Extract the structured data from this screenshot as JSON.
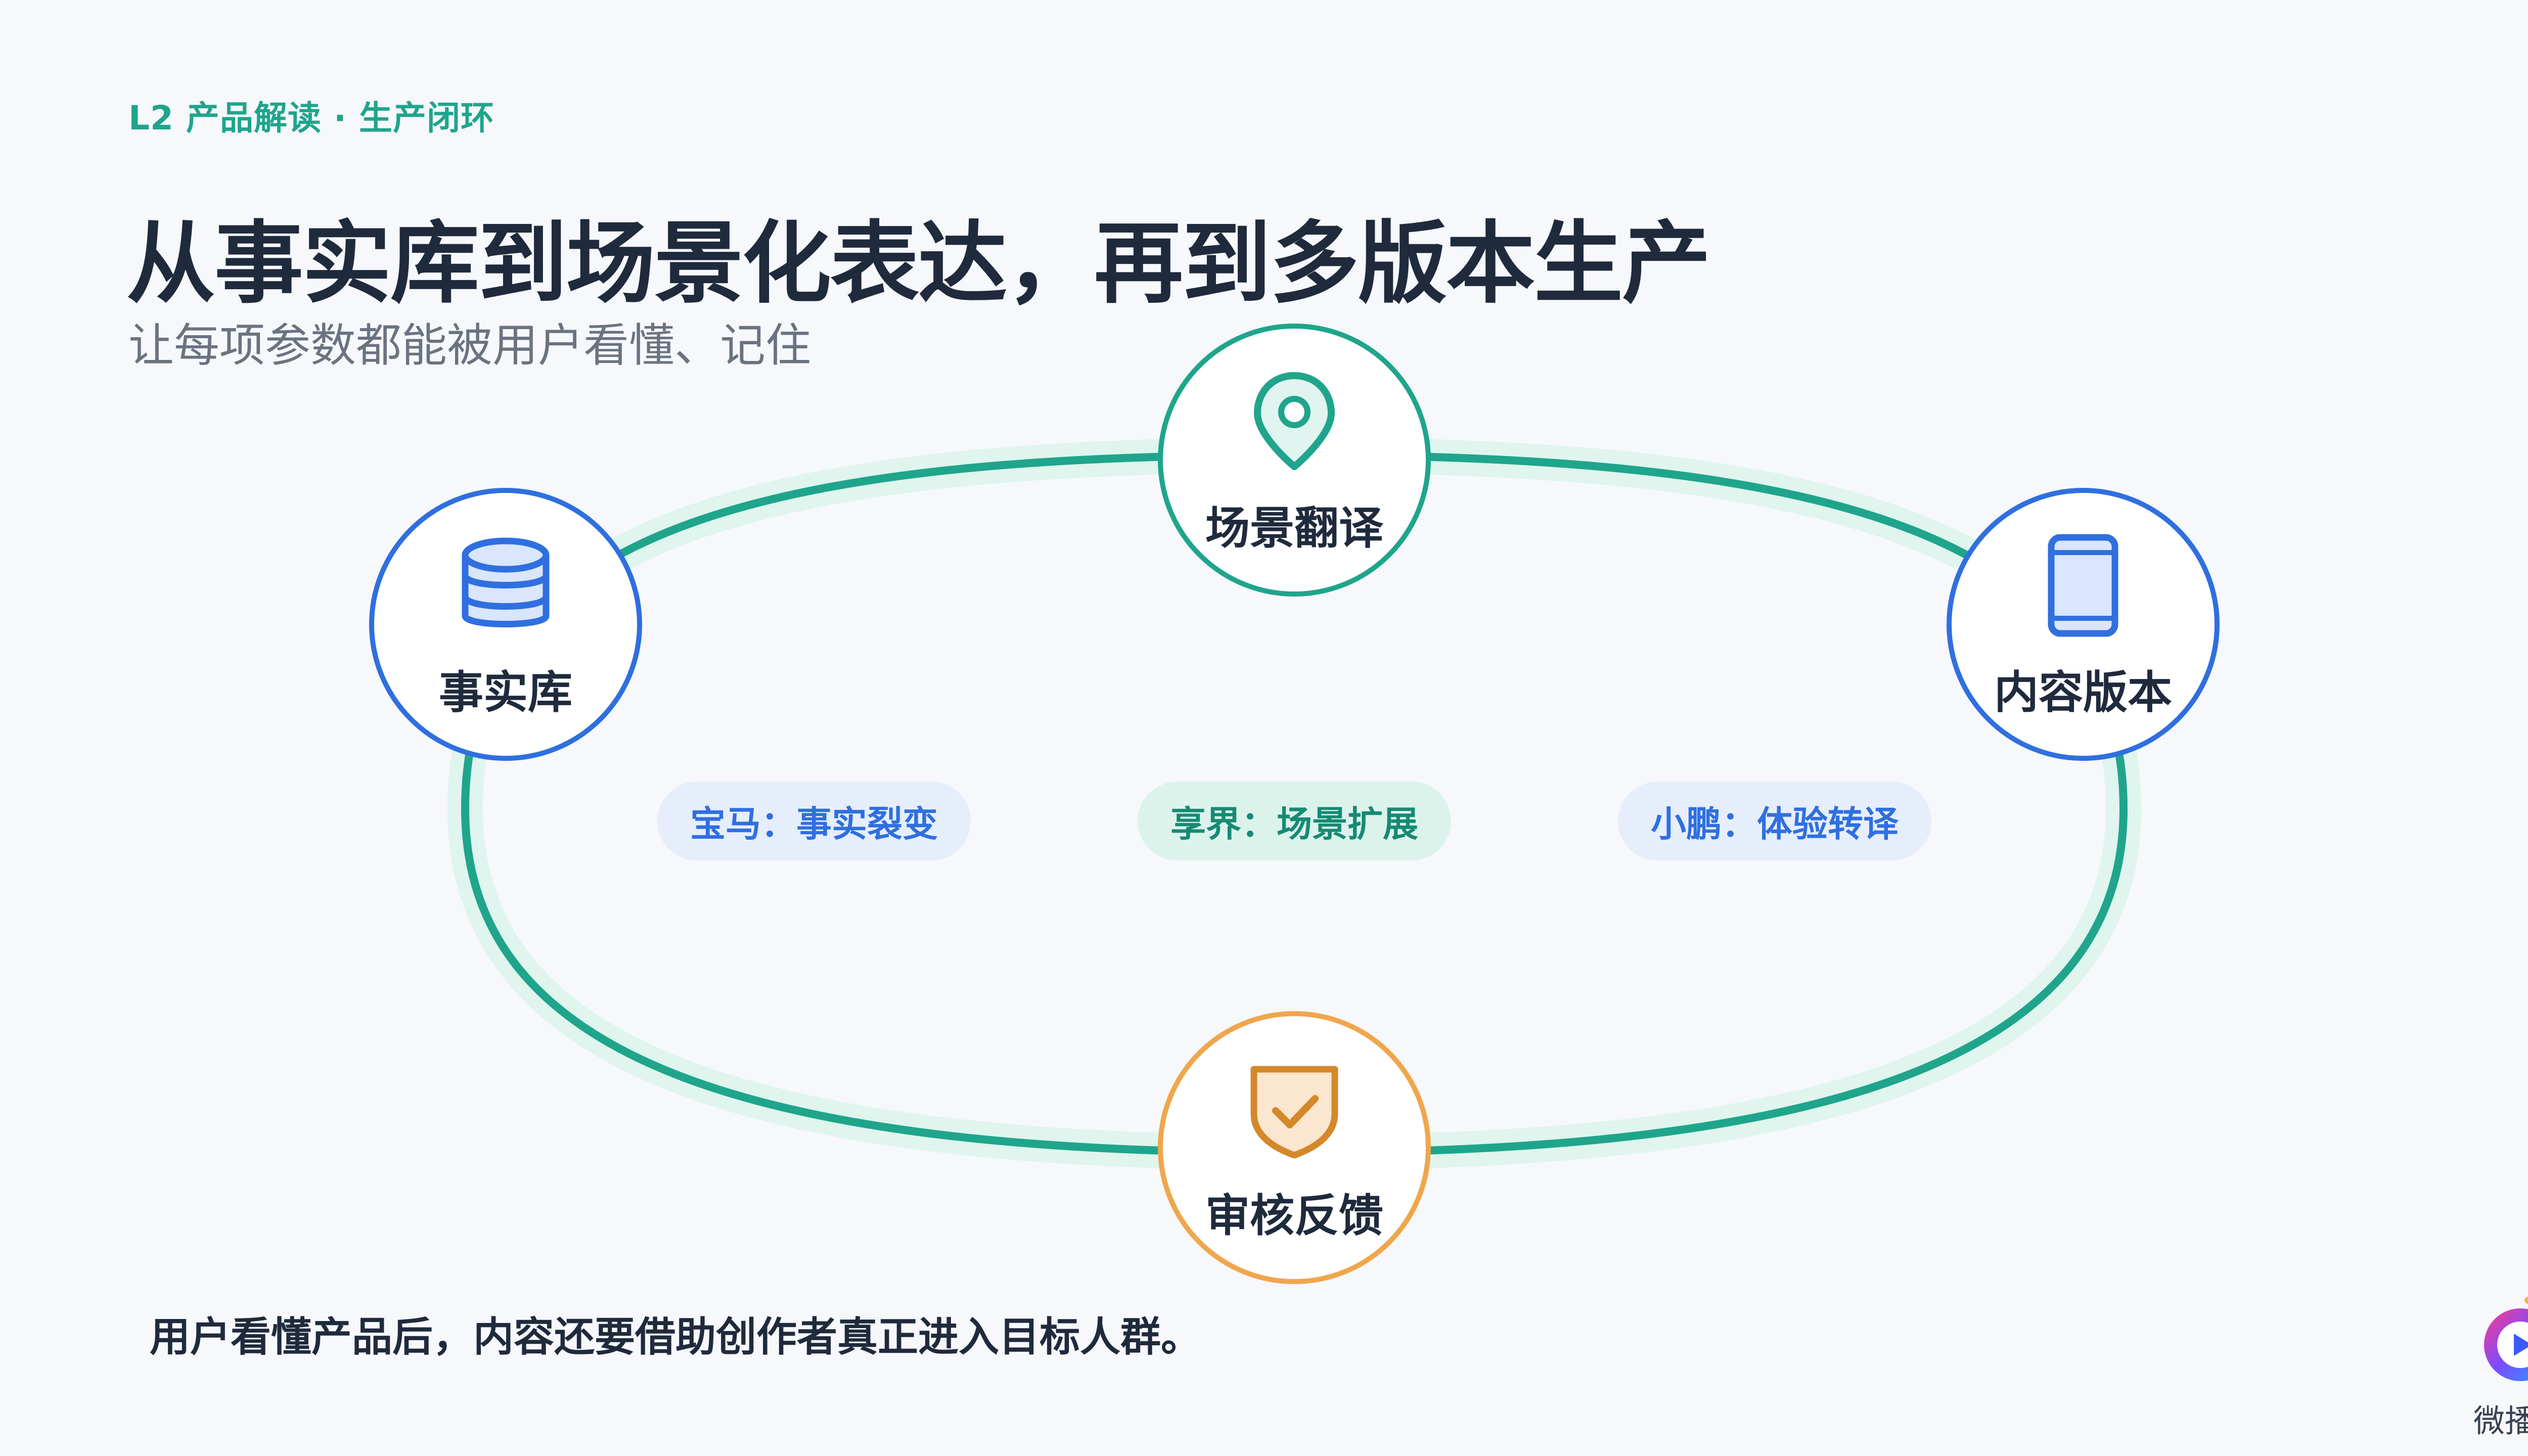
{
  "header": {
    "eyebrow": "L2 产品解读 · 生产闭环",
    "title": "从事实库到场景化表达，再到多版本生产",
    "subtitle": "让每项参数都能被用户看懂、记住"
  },
  "diagram": {
    "nodes": [
      {
        "id": "fact",
        "label": "事实库",
        "icon": "database-icon",
        "color": "#2f6fe0"
      },
      {
        "id": "scene",
        "label": "场景翻译",
        "icon": "location-pin-icon",
        "color": "#1fa58c"
      },
      {
        "id": "version",
        "label": "内容版本",
        "icon": "smartphone-icon",
        "color": "#2f6fe0"
      },
      {
        "id": "review",
        "label": "审核反馈",
        "icon": "shield-check-icon",
        "color": "#f0a64b"
      }
    ],
    "chips": [
      {
        "label": "宝马：事实裂变",
        "color": "#2f6fe0"
      },
      {
        "label": "享界：场景扩展",
        "color": "#178a73"
      },
      {
        "label": "小鹏：体验转译",
        "color": "#2f6fe0"
      }
    ],
    "loop_color": "#1fa58c",
    "loop_halo_color": "#dff5ee"
  },
  "footer": {
    "text": "用户看懂产品后，内容还要借助创作者真正进入目标人群。"
  },
  "brand": {
    "name": "微播易",
    "icon": "play-logo-icon"
  }
}
